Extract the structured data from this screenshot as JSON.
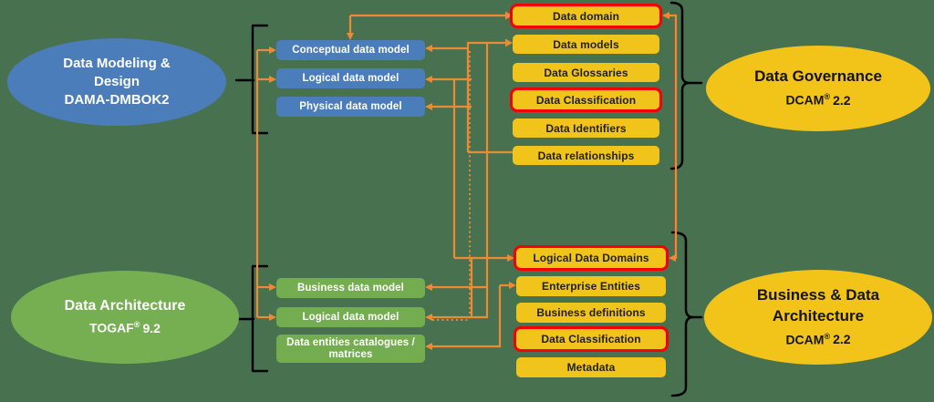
{
  "ellipses": {
    "modeling": {
      "l1": "Data Modeling &",
      "l2": "Design",
      "l3": "DAMA-DMBOK2"
    },
    "architecture": {
      "l1": "Data Architecture",
      "brand": "TOGAF",
      "reg": "®",
      "ver": "9.2"
    },
    "governance": {
      "l1": "Data Governance",
      "brand": "DCAM",
      "reg": "®",
      "ver": "2.2"
    },
    "biz_architecture": {
      "l1": "Business & Data",
      "l2": "Architecture",
      "brand": "DCAM",
      "reg": "®",
      "ver": "2.2"
    }
  },
  "blue_boxes": {
    "b1": "Conceptual data model",
    "b2": "Logical data model",
    "b3": "Physical data model"
  },
  "green_boxes": {
    "g1": "Business data model",
    "g2": "Logical data model",
    "g3a": "Data entities catalogues /",
    "g3b": "matrices"
  },
  "yellow_top": {
    "y1": "Data domain",
    "y2": "Data models",
    "y3": "Data Glossaries",
    "y4": "Data Classification",
    "y5": "Data Identifiers",
    "y6": "Data relationships"
  },
  "yellow_bottom": {
    "y1": "Logical Data Domains",
    "y2": "Enterprise Entities",
    "y3": "Business definitions",
    "y4": "Data Classification",
    "y5": "Metadata"
  },
  "highlighted_boxes": [
    "Data domain",
    "Data Classification",
    "Logical Data Domains",
    "Data Classification"
  ],
  "colors": {
    "background": "#487150",
    "blue": "#4a7dba",
    "green": "#74ac50",
    "yellow": "#f0c41b",
    "orange_connector": "#ee8a33",
    "red_highlight": "#f40000",
    "black": "#000000"
  }
}
